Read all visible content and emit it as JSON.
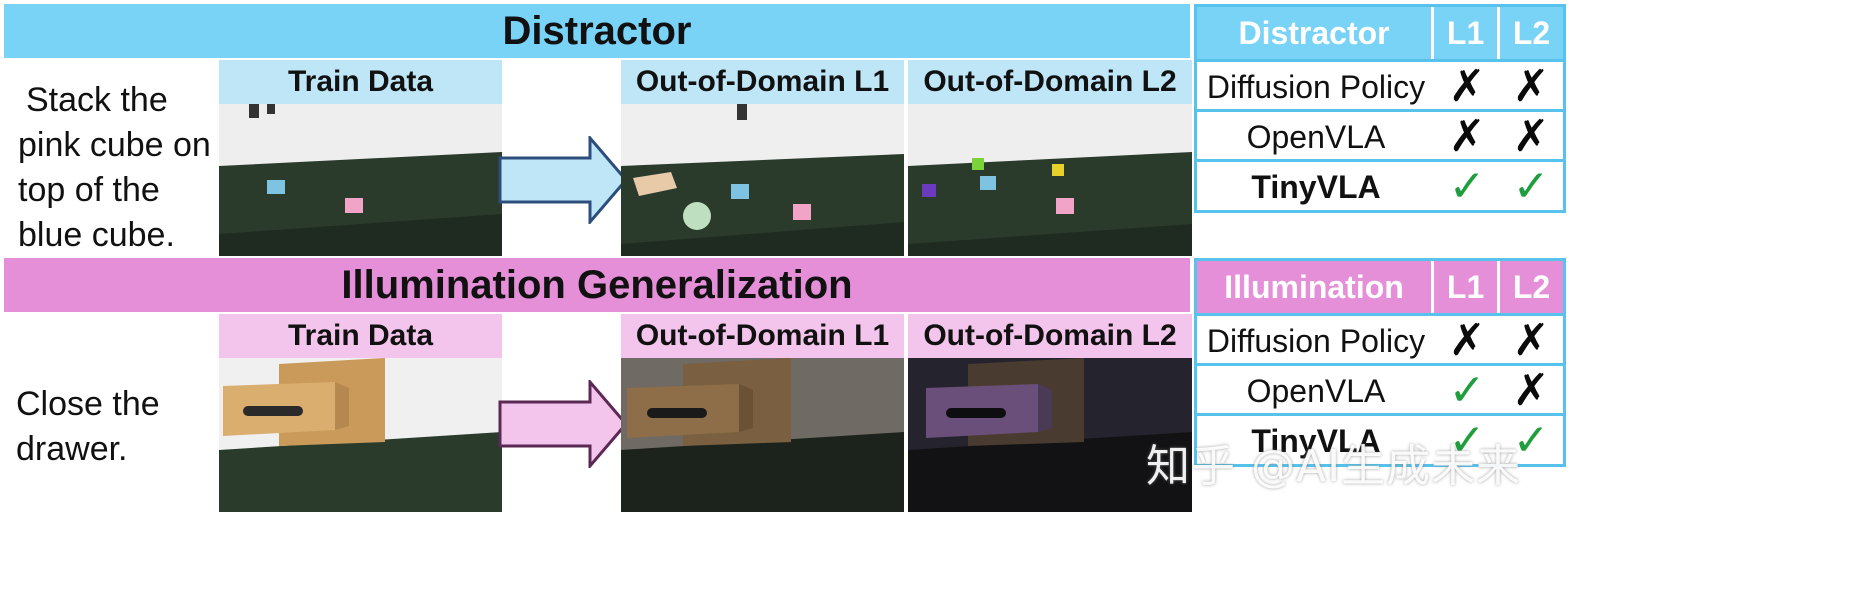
{
  "distractor": {
    "band_title": "Distractor",
    "task_lines": [
      "Stack the",
      "pink cube on",
      "top of the",
      "blue cube."
    ],
    "labels": {
      "train": "Train Data",
      "ood1": "Out-of-Domain L1",
      "ood2": "Out-of-Domain L2"
    },
    "table": {
      "header": {
        "name": "Distractor",
        "l1": "L1",
        "l2": "L2"
      },
      "rows": [
        {
          "name": "Diffusion Policy",
          "l1": "✗",
          "l2": "✗",
          "bold": false
        },
        {
          "name": "OpenVLA",
          "l1": "✗",
          "l2": "✗",
          "bold": false
        },
        {
          "name": "TinyVLA",
          "l1": "✓",
          "l2": "✓",
          "bold": true
        }
      ]
    }
  },
  "illumination": {
    "band_title": "Illumination Generalization",
    "task_lines": [
      "Close the",
      "drawer."
    ],
    "labels": {
      "train": "Train Data",
      "ood1": "Out-of-Domain L1",
      "ood2": "Out-of-Domain L2"
    },
    "table": {
      "header": {
        "name": "Illumination",
        "l1": "L1",
        "l2": "L2"
      },
      "rows": [
        {
          "name": "Diffusion Policy",
          "l1": "✗",
          "l2": "✗",
          "bold": false
        },
        {
          "name": "OpenVLA",
          "l1": "✓",
          "l2": "✗",
          "bold": false
        },
        {
          "name": "TinyVLA",
          "l1": "✓",
          "l2": "✓",
          "bold": true
        }
      ]
    }
  },
  "watermark": "知乎 @AI生成未来",
  "colors": {
    "distractor_band": "#79d3f7",
    "illumination_band": "#e58fd9",
    "check": "#1e9e3c",
    "cross": "#0a0a0a"
  }
}
